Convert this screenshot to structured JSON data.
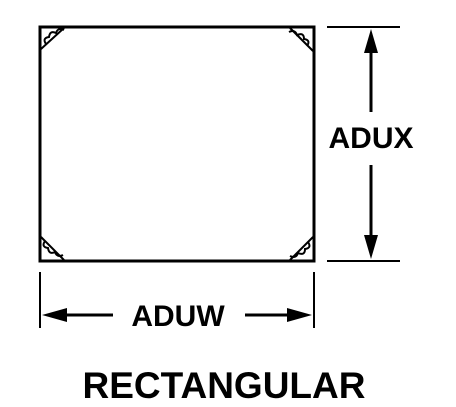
{
  "diagram": {
    "shape_label": "RECTANGULAR",
    "width_dimension_label": "ADUW",
    "height_dimension_label": "ADUX",
    "line_color": "#000000",
    "background_color": "#ffffff"
  }
}
